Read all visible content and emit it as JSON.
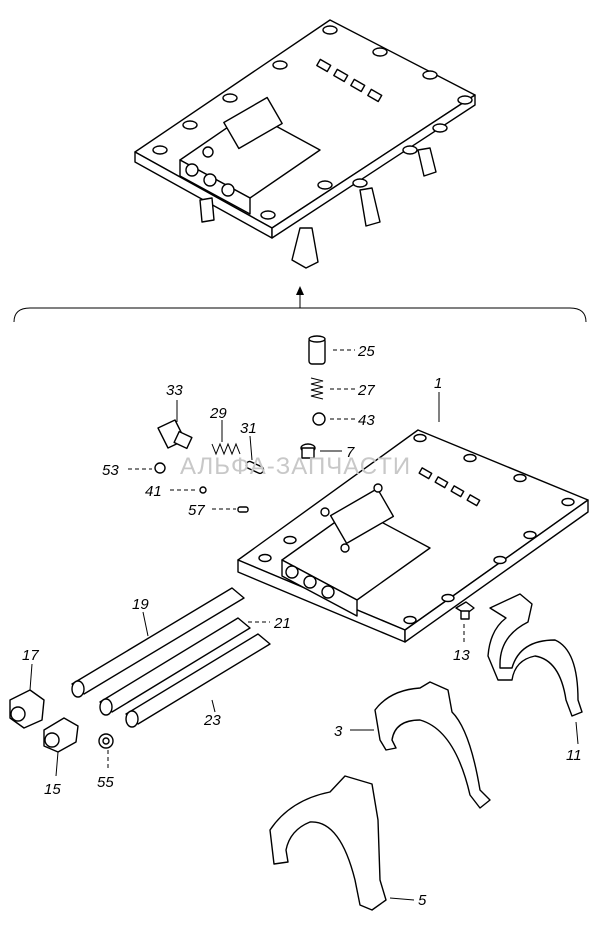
{
  "watermark": "АЛЬФА-ЗАПЧАСТИ",
  "callouts": [
    {
      "id": "c25",
      "text": "25"
    },
    {
      "id": "c27",
      "text": "27"
    },
    {
      "id": "c43",
      "text": "43"
    },
    {
      "id": "c1",
      "text": "1"
    },
    {
      "id": "c33",
      "text": "33"
    },
    {
      "id": "c29",
      "text": "29"
    },
    {
      "id": "c31",
      "text": "31"
    },
    {
      "id": "c7",
      "text": "7"
    },
    {
      "id": "c53",
      "text": "53"
    },
    {
      "id": "c41",
      "text": "41"
    },
    {
      "id": "c57",
      "text": "57"
    },
    {
      "id": "c19",
      "text": "19"
    },
    {
      "id": "c21",
      "text": "21"
    },
    {
      "id": "c17",
      "text": "17"
    },
    {
      "id": "c23",
      "text": "23"
    },
    {
      "id": "c13",
      "text": "13"
    },
    {
      "id": "c3",
      "text": "3"
    },
    {
      "id": "c11",
      "text": "11"
    },
    {
      "id": "c15",
      "text": "15"
    },
    {
      "id": "c55",
      "text": "55"
    },
    {
      "id": "c5",
      "text": "5"
    }
  ]
}
